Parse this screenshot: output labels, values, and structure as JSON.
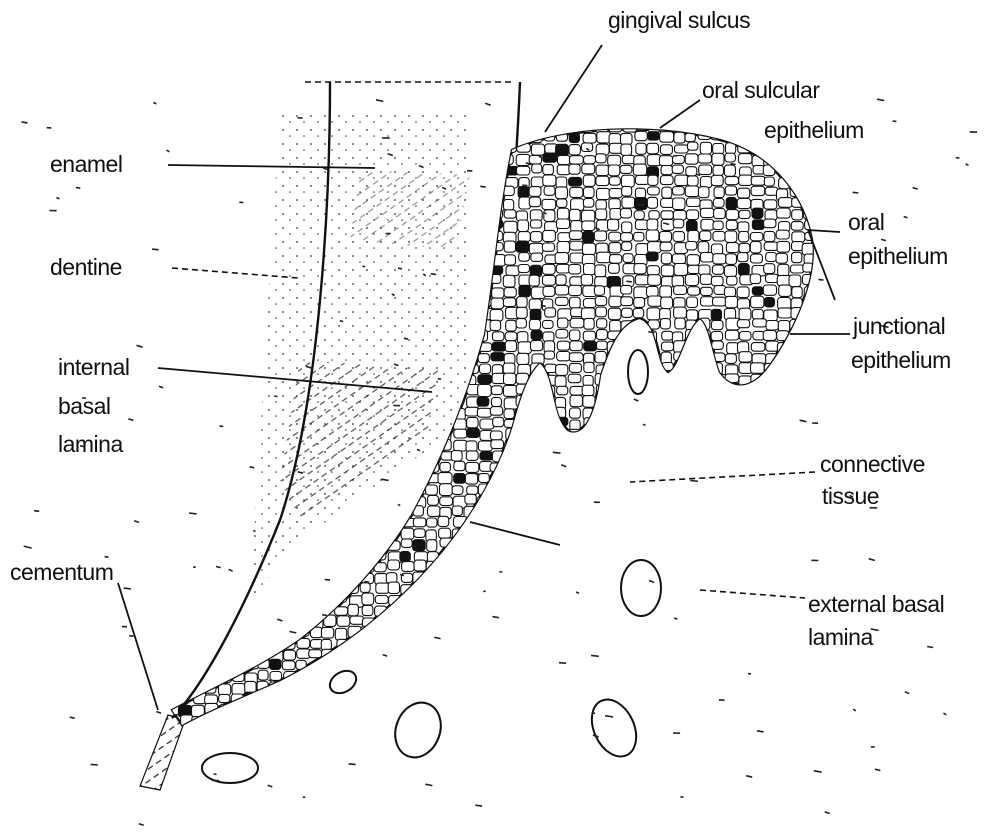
{
  "labels": {
    "gingival_sulcus": "gingival sulcus",
    "oral_sulcular_epithelium_line1": "oral sulcular",
    "oral_sulcular_epithelium_line2": "epithelium",
    "enamel": "enamel",
    "dentine": "dentine",
    "oral_epithelium_line1": "oral",
    "oral_epithelium_line2": "epithelium",
    "junctional_epithelium_line1": "junctional",
    "junctional_epithelium_line2": "epithelium",
    "internal_basal_lamina_line1": "internal",
    "internal_basal_lamina_line2": "basal",
    "internal_basal_lamina_line3": "lamina",
    "connective_tissue_line1": "connective",
    "connective_tissue_line2": "tissue",
    "cementum": "cementum",
    "external_basal_lamina_line1": "external basal",
    "external_basal_lamina_line2": "lamina"
  },
  "colors": {
    "ink": "#111111",
    "paper": "#ffffff"
  }
}
